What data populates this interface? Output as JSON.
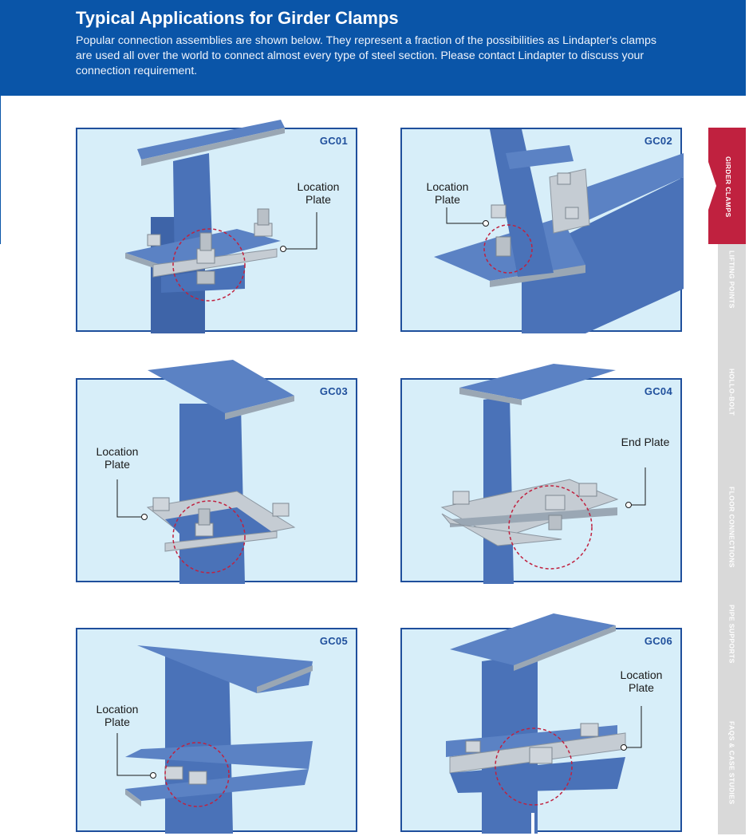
{
  "header": {
    "title": "Typical Applications for Girder Clamps",
    "intro": "Popular connection assemblies are shown below. They represent a fraction of the possibilities as Lindapter's clamps are used all over the world to connect almost every type of steel section. Please contact Lindapter to discuss your connection requirement."
  },
  "panels": [
    {
      "code": "GC01",
      "label": "Location Plate"
    },
    {
      "code": "GC02",
      "label": "Location Plate"
    },
    {
      "code": "GC03",
      "label": "Location Plate"
    },
    {
      "code": "GC04",
      "label": "End Plate"
    },
    {
      "code": "GC05",
      "label": "Location Plate"
    },
    {
      "code": "GC06",
      "label": "Location Plate"
    }
  ],
  "side_tabs": [
    {
      "label": "GIRDER CLAMPS",
      "active": true
    },
    {
      "label": "LIFTING POINTS",
      "active": false
    },
    {
      "label": "HOLLO-BOLT",
      "active": false
    },
    {
      "label": "FLOOR CONNECTIONS",
      "active": false
    },
    {
      "label": "PIPE SUPPORTS",
      "active": false
    },
    {
      "label": "FAQS & CASE STUDIES",
      "active": false
    }
  ],
  "colors": {
    "brand_blue": "#0a55a8",
    "panel_bg": "#d7eef9",
    "steel_blue": "#4a72b8",
    "active_tab": "#c0213f",
    "inactive_tab": "#d9d9d9",
    "highlight_circle": "#c0213f"
  }
}
